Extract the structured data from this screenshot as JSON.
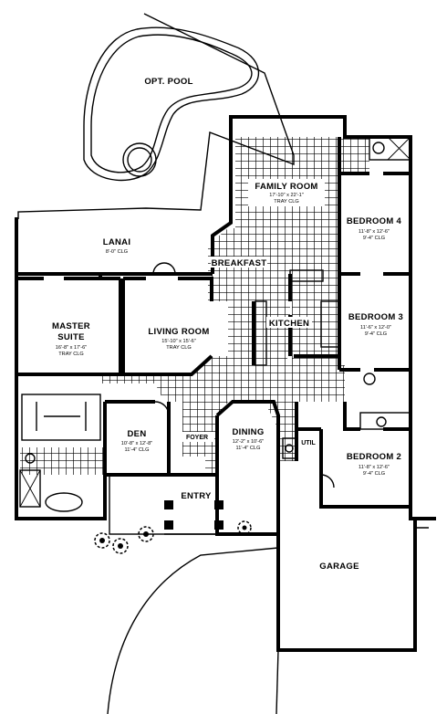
{
  "plan": {
    "rooms": {
      "pool": {
        "name": "OPT. POOL",
        "dims": "",
        "note": ""
      },
      "lanai": {
        "name": "LANAI",
        "dims": "8'-0\" CLG",
        "note": ""
      },
      "family_room": {
        "name": "FAMILY ROOM",
        "dims": "17'-10\" x 22'-1\"",
        "note": "TRAY CLG"
      },
      "breakfast": {
        "name": "BREAKFAST",
        "dims": "",
        "note": ""
      },
      "kitchen": {
        "name": "KITCHEN",
        "dims": "",
        "note": ""
      },
      "bedroom4": {
        "name": "BEDROOM 4",
        "dims": "11'-8\" x 12'-6\"",
        "note": "9'-4\" CLG"
      },
      "bedroom3": {
        "name": "BEDROOM 3",
        "dims": "11'-6\" x 12'-0\"",
        "note": "9'-4\" CLG"
      },
      "bedroom2": {
        "name": "BEDROOM 2",
        "dims": "11'-8\" x 12'-6\"",
        "note": "9'-4\" CLG"
      },
      "master": {
        "name": "MASTER",
        "name2": "SUITE",
        "dims": "16'-8\" x 17'-6\"",
        "note": "TRAY CLG"
      },
      "living": {
        "name": "LIVING ROOM",
        "dims": "15'-10\" x 15'-6\"",
        "note": "TRAY CLG"
      },
      "den": {
        "name": "DEN",
        "dims": "10'-8\" x 12'-8\"",
        "note": "11'-4\" CLG"
      },
      "foyer": {
        "name": "FOYER",
        "dims": "",
        "note": ""
      },
      "dining": {
        "name": "DINING",
        "dims": "12'-2\" x 10'-6\"",
        "note": "11'-4\" CLG"
      },
      "utility": {
        "name": "UTIL",
        "dims": "",
        "note": ""
      },
      "entry": {
        "name": "ENTRY",
        "dims": "",
        "note": ""
      },
      "garage": {
        "name": "GARAGE",
        "dims": "",
        "note": ""
      }
    }
  }
}
